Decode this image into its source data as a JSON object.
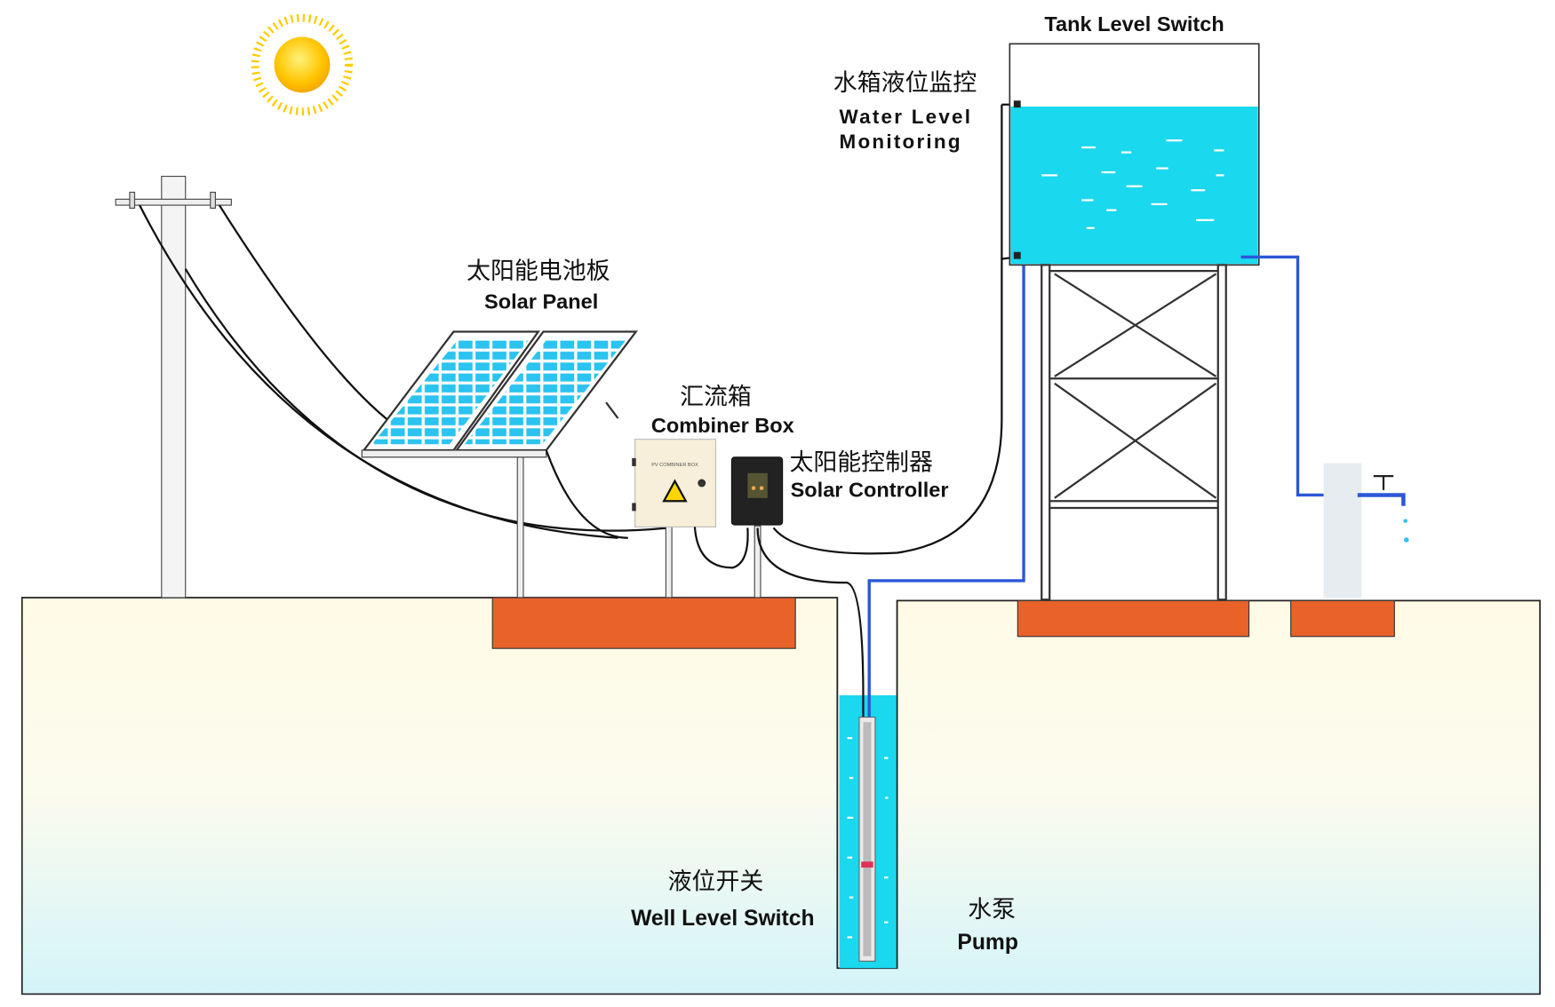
{
  "labels": {
    "tank_switch": "Tank Level Switch",
    "water_monitor_cn": "水箱液位监控",
    "water_monitor_en1": "Water Level",
    "water_monitor_en2": "Monitoring",
    "solar_panel_cn": "太阳能电池板",
    "solar_panel_en": "Solar Panel",
    "combiner_cn": "汇流箱",
    "combiner_en": "Combiner Box",
    "combiner_plate": "PV COMBINER BOX",
    "controller_cn": "太阳能控制器",
    "controller_en": "Solar Controller",
    "well_switch_cn": "液位开关",
    "well_switch_en": "Well Level Switch",
    "pump_cn": "水泵",
    "pump_en": "Pump"
  },
  "colors": {
    "water": "#1ad8ee",
    "panel_cell": "#2bc3f0",
    "foundation": "#e8622a",
    "ground_top": "#fffbe6",
    "ground_bottom": "#d9f6fa",
    "pipe": "#2a57d8",
    "sun": "#ffc400"
  }
}
